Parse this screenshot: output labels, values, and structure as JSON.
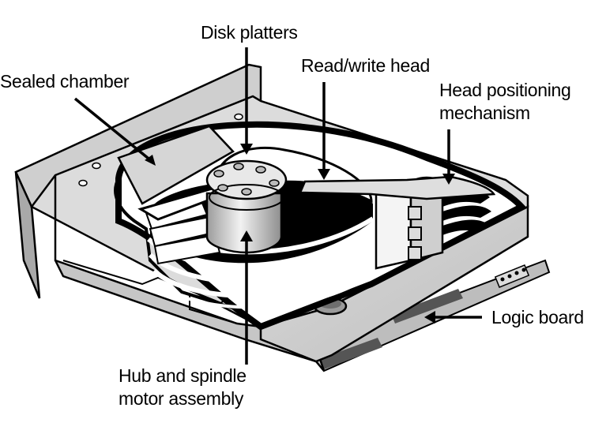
{
  "labels": {
    "disk_platters": "Disk platters",
    "sealed_chamber": "Sealed chamber",
    "read_write_head": "Read/write head",
    "head_positioning_1": "Head positioning",
    "head_positioning_2": "mechanism",
    "logic_board": "Logic board",
    "hub_spindle_1": "Hub and spindle",
    "hub_spindle_2": "motor assembly"
  },
  "colors": {
    "outline": "#000000",
    "background": "#ffffff",
    "light_gray": "#dcdcdc",
    "mid_gray": "#b3b3b3",
    "dark_gray": "#8a8a8a"
  }
}
